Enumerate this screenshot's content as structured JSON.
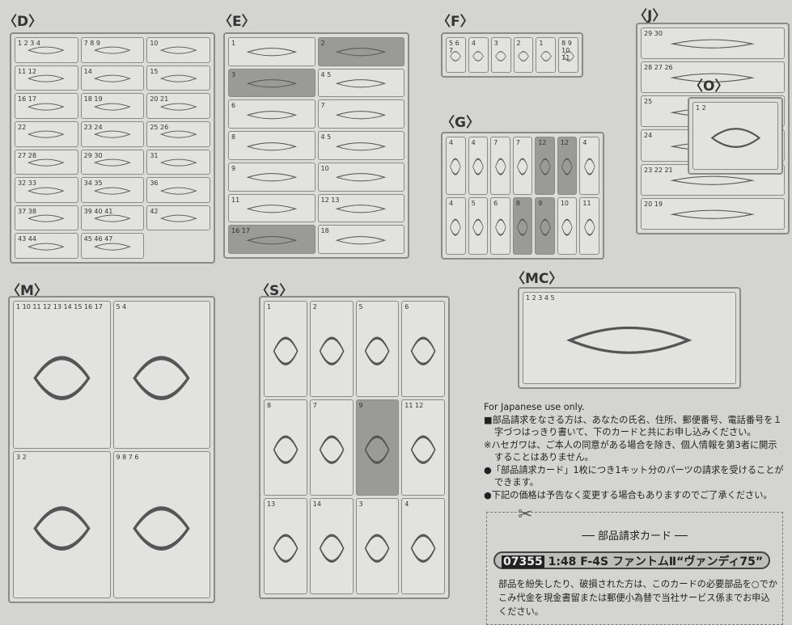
{
  "sprues": [
    {
      "id": "D",
      "label": "〈D〉",
      "parts": [
        "1 2 3 4",
        "7 8 9",
        "10",
        "11 12",
        "14",
        "15",
        "16 17",
        "18 19",
        "20 21",
        "22",
        "23 24",
        "25 26",
        "27 28",
        "29 30",
        "31",
        "32 33",
        "34 35",
        "36",
        "37 38",
        "39 40 41",
        "42",
        "43 44",
        "45 46 47"
      ]
    },
    {
      "id": "E",
      "label": "〈E〉",
      "parts": [
        "1",
        "2",
        "3",
        "4 5",
        "6",
        "7",
        "8",
        "4 5",
        "9",
        "10",
        "11",
        "12 13",
        "16 17",
        "18"
      ]
    },
    {
      "id": "F",
      "label": "〈F〉",
      "parts": [
        "5 6 7",
        "4",
        "3",
        "2",
        "1",
        "8 9 10 11"
      ]
    },
    {
      "id": "G",
      "label": "〈G〉",
      "parts": [
        "4",
        "4",
        "7",
        "7",
        "12",
        "12",
        "4",
        "4",
        "5",
        "6",
        "8",
        "9",
        "10",
        "11"
      ]
    },
    {
      "id": "J",
      "label": "〈J〉",
      "parts": [
        "29 30",
        "28 27 26",
        "25",
        "24",
        "23 22 21",
        "20 19"
      ]
    },
    {
      "id": "O",
      "label": "〈O〉",
      "parts": [
        "1 2"
      ]
    },
    {
      "id": "M",
      "label": "〈M〉",
      "parts": [
        "1 10 11 12 13 14 15 16 17",
        "5 4",
        "3 2",
        "9 8 7 6"
      ]
    },
    {
      "id": "S",
      "label": "〈S〉",
      "parts": [
        "1",
        "2",
        "5",
        "6",
        "8",
        "7",
        "9",
        "11 12",
        "13",
        "14",
        "3",
        "4"
      ]
    },
    {
      "id": "MC",
      "label": "〈MC〉",
      "parts": [
        "1 2 3 4 5"
      ]
    }
  ],
  "notice": {
    "english": "For Japanese use only.",
    "items": [
      "■部品請求をなさる方は、あなたの氏名、住所、郵便番号、電話番号を１字づつはっきり書いて、下のカードと共にお申し込みください。",
      "※ハセガワは、ご本人の同意がある場合を除き、個人情報を第3者に開示することはありません。",
      "●「部品請求カード」1枚につき1キット分のパーツの請求を受けることができます。",
      "●下記の価格は予告なく変更する場合もありますのでご了承ください。"
    ]
  },
  "card": {
    "title": "── 部品請求カード ──",
    "code": "07355",
    "scale": "1:48",
    "name": " F-4S ファントムⅡ“ヴァンディ75”",
    "body": "部品を紛失したり、破損された方は、このカードの必要部品を○でかこみ代金を現金書留または郵便小為替で当社サービス係までお申込ください。"
  }
}
